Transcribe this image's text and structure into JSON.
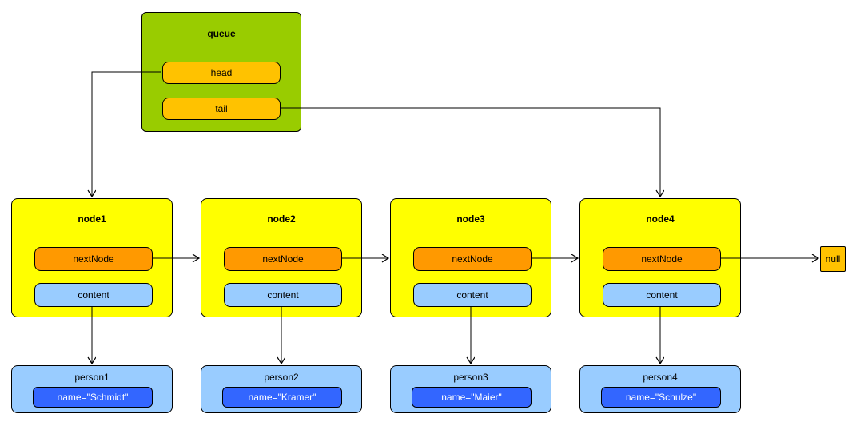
{
  "queue": {
    "title": "queue",
    "head_label": "head",
    "tail_label": "tail"
  },
  "nodes": [
    {
      "title": "node1",
      "next_label": "nextNode",
      "content_label": "content"
    },
    {
      "title": "node2",
      "next_label": "nextNode",
      "content_label": "content"
    },
    {
      "title": "node3",
      "next_label": "nextNode",
      "content_label": "content"
    },
    {
      "title": "node4",
      "next_label": "nextNode",
      "content_label": "content"
    }
  ],
  "persons": [
    {
      "title": "person1",
      "name_value": "name=\"Schmidt\""
    },
    {
      "title": "person2",
      "name_value": "name=\"Kramer\""
    },
    {
      "title": "person3",
      "name_value": "name=\"Maier\""
    },
    {
      "title": "person4",
      "name_value": "name=\"Schulze\""
    }
  ],
  "null_label": "null",
  "edges": [
    {
      "from": "queue.head",
      "to": "node1"
    },
    {
      "from": "queue.tail",
      "to": "node4"
    },
    {
      "from": "node1.nextNode",
      "to": "node2"
    },
    {
      "from": "node2.nextNode",
      "to": "node3"
    },
    {
      "from": "node3.nextNode",
      "to": "node4"
    },
    {
      "from": "node4.nextNode",
      "to": "null"
    },
    {
      "from": "node1.content",
      "to": "person1"
    },
    {
      "from": "node2.content",
      "to": "person2"
    },
    {
      "from": "node3.content",
      "to": "person3"
    },
    {
      "from": "node4.content",
      "to": "person4"
    }
  ],
  "colors": {
    "queue_fill": "#99CC00",
    "pointer_fill": "#FFC200",
    "node_fill": "#FFFF00",
    "next_fill": "#FF9900",
    "content_fill": "#99CCFF",
    "person_fill": "#99CCFF",
    "name_fill": "#3366FF",
    "border": "#000000",
    "background": "#FFFFFF"
  }
}
